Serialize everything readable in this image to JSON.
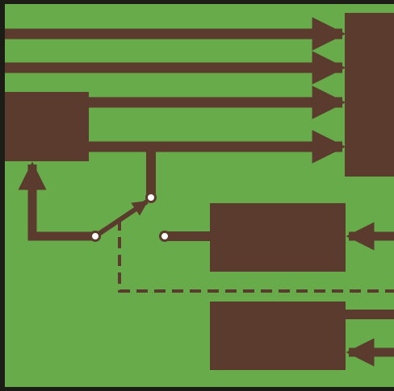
{
  "diagram": {
    "type": "block-diagram",
    "labels": [],
    "colors": {
      "background": "#67ab4a",
      "frame": "#1c1d17",
      "ink": "#5a3b2d",
      "terminal_fill": "#ffffff"
    },
    "blocks": [
      {
        "id": "left-block",
        "role": "source block"
      },
      {
        "id": "right-tall-block",
        "role": "destination block"
      },
      {
        "id": "middle-block",
        "role": "processing block"
      },
      {
        "id": "bottom-block",
        "role": "processing block"
      }
    ],
    "connections": [
      {
        "from": "page-left-edge",
        "to": "right-tall-block",
        "style": "solid",
        "arrow": "end"
      },
      {
        "from": "page-left-edge",
        "to": "right-tall-block",
        "style": "solid",
        "arrow": "end"
      },
      {
        "from": "left-block",
        "to": "right-tall-block",
        "style": "solid",
        "arrow": "end"
      },
      {
        "from": "left-block",
        "to": "right-tall-block",
        "style": "solid",
        "arrow": "end"
      },
      {
        "from": "switch",
        "to": "left-block",
        "style": "solid",
        "arrow": "end"
      },
      {
        "from": "page-right-edge",
        "to": "middle-block",
        "style": "solid",
        "arrow": "end"
      },
      {
        "from": "bottom-block",
        "to": "page-right-edge",
        "style": "solid",
        "arrow": "none"
      },
      {
        "from": "page-right-edge",
        "to": "bottom-block",
        "style": "solid",
        "arrow": "end"
      },
      {
        "from": "switch-lever",
        "to": "page-right-edge",
        "style": "dashed",
        "arrow": "none"
      }
    ],
    "switch": {
      "type": "single-pole changeover switch",
      "terminals": 3
    }
  }
}
